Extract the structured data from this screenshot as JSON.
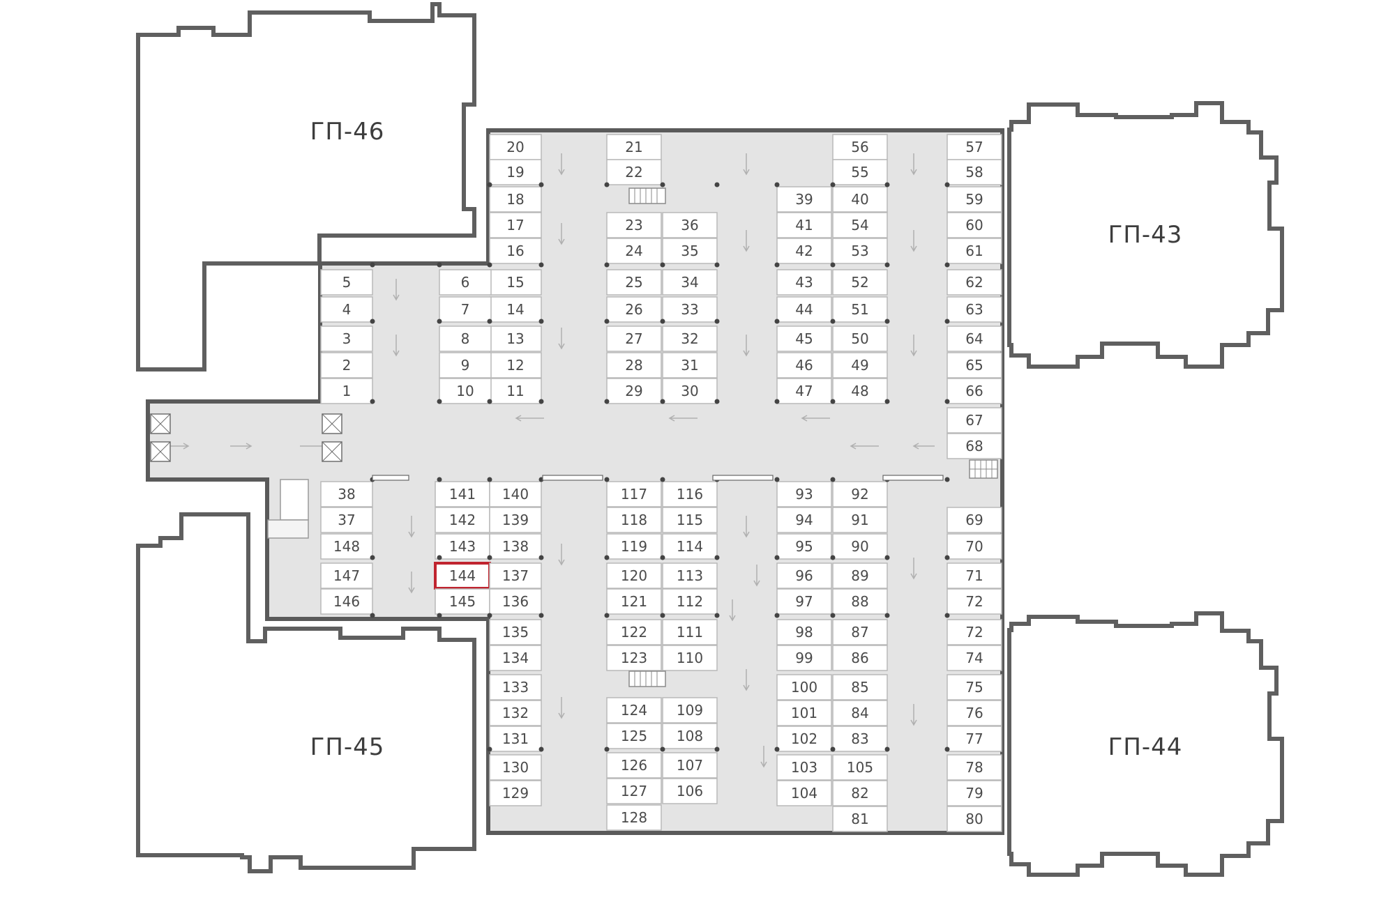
{
  "buildings": [
    {
      "id": "gp46",
      "label": "ГП-46"
    },
    {
      "id": "gp43",
      "label": "ГП-43"
    },
    {
      "id": "gp45",
      "label": "ГП-45"
    },
    {
      "id": "gp44",
      "label": "ГП-44"
    }
  ],
  "highlighted_slot": "144",
  "slot_columns": [
    {
      "id": "c01",
      "labels": [
        "20",
        "19",
        "18",
        "17",
        "16",
        "15",
        "14",
        "13",
        "12",
        "11"
      ]
    },
    {
      "id": "c02",
      "labels": [
        "5",
        "4",
        "3",
        "2",
        "1"
      ]
    },
    {
      "id": "c03",
      "labels": [
        "6",
        "7",
        "8",
        "9",
        "10"
      ]
    },
    {
      "id": "c04",
      "labels": [
        "21",
        "22"
      ]
    },
    {
      "id": "c05",
      "labels": [
        "23",
        "24",
        "25",
        "26",
        "27",
        "28",
        "29"
      ]
    },
    {
      "id": "c06",
      "labels": [
        "36",
        "35",
        "34",
        "33",
        "32",
        "31",
        "30"
      ]
    },
    {
      "id": "c07",
      "labels": [
        "39",
        "41",
        "42",
        "43",
        "44",
        "45",
        "46",
        "47"
      ]
    },
    {
      "id": "c08",
      "labels": [
        "56",
        "55",
        "40",
        "54",
        "53",
        "52",
        "51",
        "50",
        "49",
        "48"
      ]
    },
    {
      "id": "c09",
      "labels": [
        "57",
        "58",
        "59",
        "60",
        "61",
        "62",
        "63",
        "64",
        "65",
        "66",
        "67",
        "68"
      ]
    },
    {
      "id": "c10",
      "labels": [
        "38",
        "37",
        "148",
        "147",
        "146"
      ]
    },
    {
      "id": "c11",
      "labels": [
        "141",
        "142",
        "143",
        "144",
        "145"
      ]
    },
    {
      "id": "c12",
      "labels": [
        "140",
        "139",
        "138",
        "137",
        "136",
        "135",
        "134",
        "133",
        "132",
        "131",
        "130",
        "129"
      ]
    },
    {
      "id": "c13",
      "labels": [
        "117",
        "118",
        "119",
        "120",
        "121",
        "122",
        "123",
        "124",
        "125",
        "126",
        "127",
        "128"
      ]
    },
    {
      "id": "c14",
      "labels": [
        "116",
        "115",
        "114",
        "113",
        "112",
        "111",
        "110",
        "109",
        "108",
        "107",
        "106"
      ]
    },
    {
      "id": "c15",
      "labels": [
        "93",
        "94",
        "95",
        "96",
        "97",
        "98",
        "99",
        "100",
        "101",
        "102",
        "103",
        "104"
      ]
    },
    {
      "id": "c16",
      "labels": [
        "92",
        "91",
        "90",
        "89",
        "88",
        "87",
        "86",
        "85",
        "84",
        "83",
        "105",
        "82",
        "81"
      ]
    },
    {
      "id": "c17",
      "labels": [
        "69",
        "70",
        "71",
        "72",
        "72",
        "74",
        "75",
        "76",
        "77",
        "78",
        "79",
        "80"
      ]
    }
  ]
}
